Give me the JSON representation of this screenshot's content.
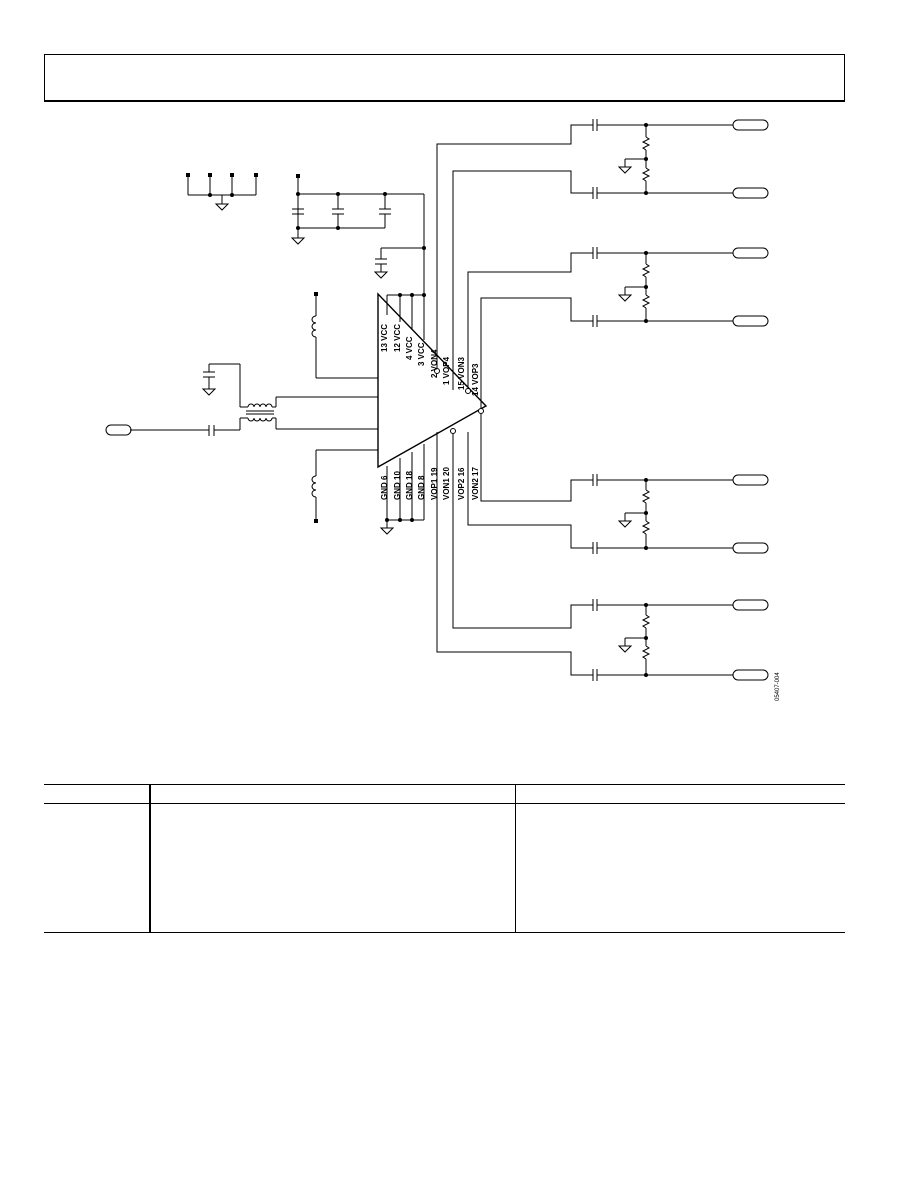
{
  "figure_id": "05407-004",
  "amplifier": {
    "top_pins": [
      {
        "num": "13",
        "name": "VCC"
      },
      {
        "num": "12",
        "name": "VCC"
      },
      {
        "num": "4",
        "name": "VCC"
      },
      {
        "num": "3",
        "name": "VCC"
      },
      {
        "num": "2",
        "name": "VON4"
      },
      {
        "num": "1",
        "name": "VOP4"
      },
      {
        "num": "15",
        "name": "VON3"
      },
      {
        "num": "14",
        "name": "VOP3"
      }
    ],
    "bottom_pins": [
      {
        "num": "6",
        "name": "GND"
      },
      {
        "num": "10",
        "name": "GND"
      },
      {
        "num": "18",
        "name": "GND"
      },
      {
        "num": "8",
        "name": "GND"
      },
      {
        "num": "19",
        "name": "VOP1"
      },
      {
        "num": "20",
        "name": "VON1"
      },
      {
        "num": "16",
        "name": "VOP2"
      },
      {
        "num": "17",
        "name": "VON2"
      }
    ]
  },
  "colors": {
    "ink": "#000000",
    "paper": "#ffffff"
  }
}
